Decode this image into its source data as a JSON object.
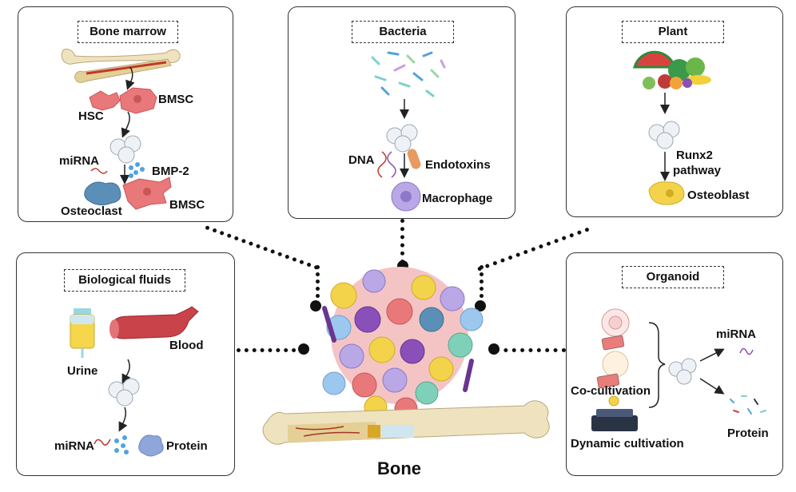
{
  "panels": {
    "bone_marrow": {
      "title": "Bone marrow",
      "labels": {
        "bmsc_top": "BMSC",
        "hsc": "HSC",
        "mirna": "miRNA",
        "bmp2": "BMP-2",
        "osteoclast": "Osteoclast",
        "bmsc_bottom": "BMSC"
      }
    },
    "bacteria": {
      "title": "Bacteria",
      "labels": {
        "dna": "DNA",
        "endotoxins": "Endotoxins",
        "macrophage": "Macrophage"
      }
    },
    "plant": {
      "title": "Plant",
      "labels": {
        "runx2": "Runx2",
        "pathway": "pathway",
        "osteoblast": "Osteoblast"
      }
    },
    "biological_fluids": {
      "title": "Biological fluids",
      "labels": {
        "blood": "Blood",
        "urine": "Urine",
        "mirna": "miRNA",
        "protein": "Protein"
      }
    },
    "organoid": {
      "title": "Organoid",
      "labels": {
        "mirna": "miRNA",
        "co_cultivation": "Co-cultivation",
        "protein": "Protein",
        "dynamic": "Dynamic cultivation"
      }
    }
  },
  "center": {
    "label": "Bone"
  },
  "colors": {
    "border": "#333333",
    "salmon": "#e8787a",
    "blue_cell": "#7fb3e6",
    "purple": "#8a4fb8",
    "yellow": "#f2d34a",
    "bone": "#efe3bf",
    "vesicle": "#d7dfe8"
  },
  "icons": [
    "bone-icon",
    "cell-icon",
    "vesicle-icon",
    "bacteria-icon",
    "dna-icon",
    "macrophage-icon",
    "fruit-icon",
    "osteoblast-icon",
    "urine-bag-icon",
    "blood-vessel-icon",
    "protein-icon",
    "organoid-icon",
    "flask-icon",
    "shaker-icon"
  ]
}
